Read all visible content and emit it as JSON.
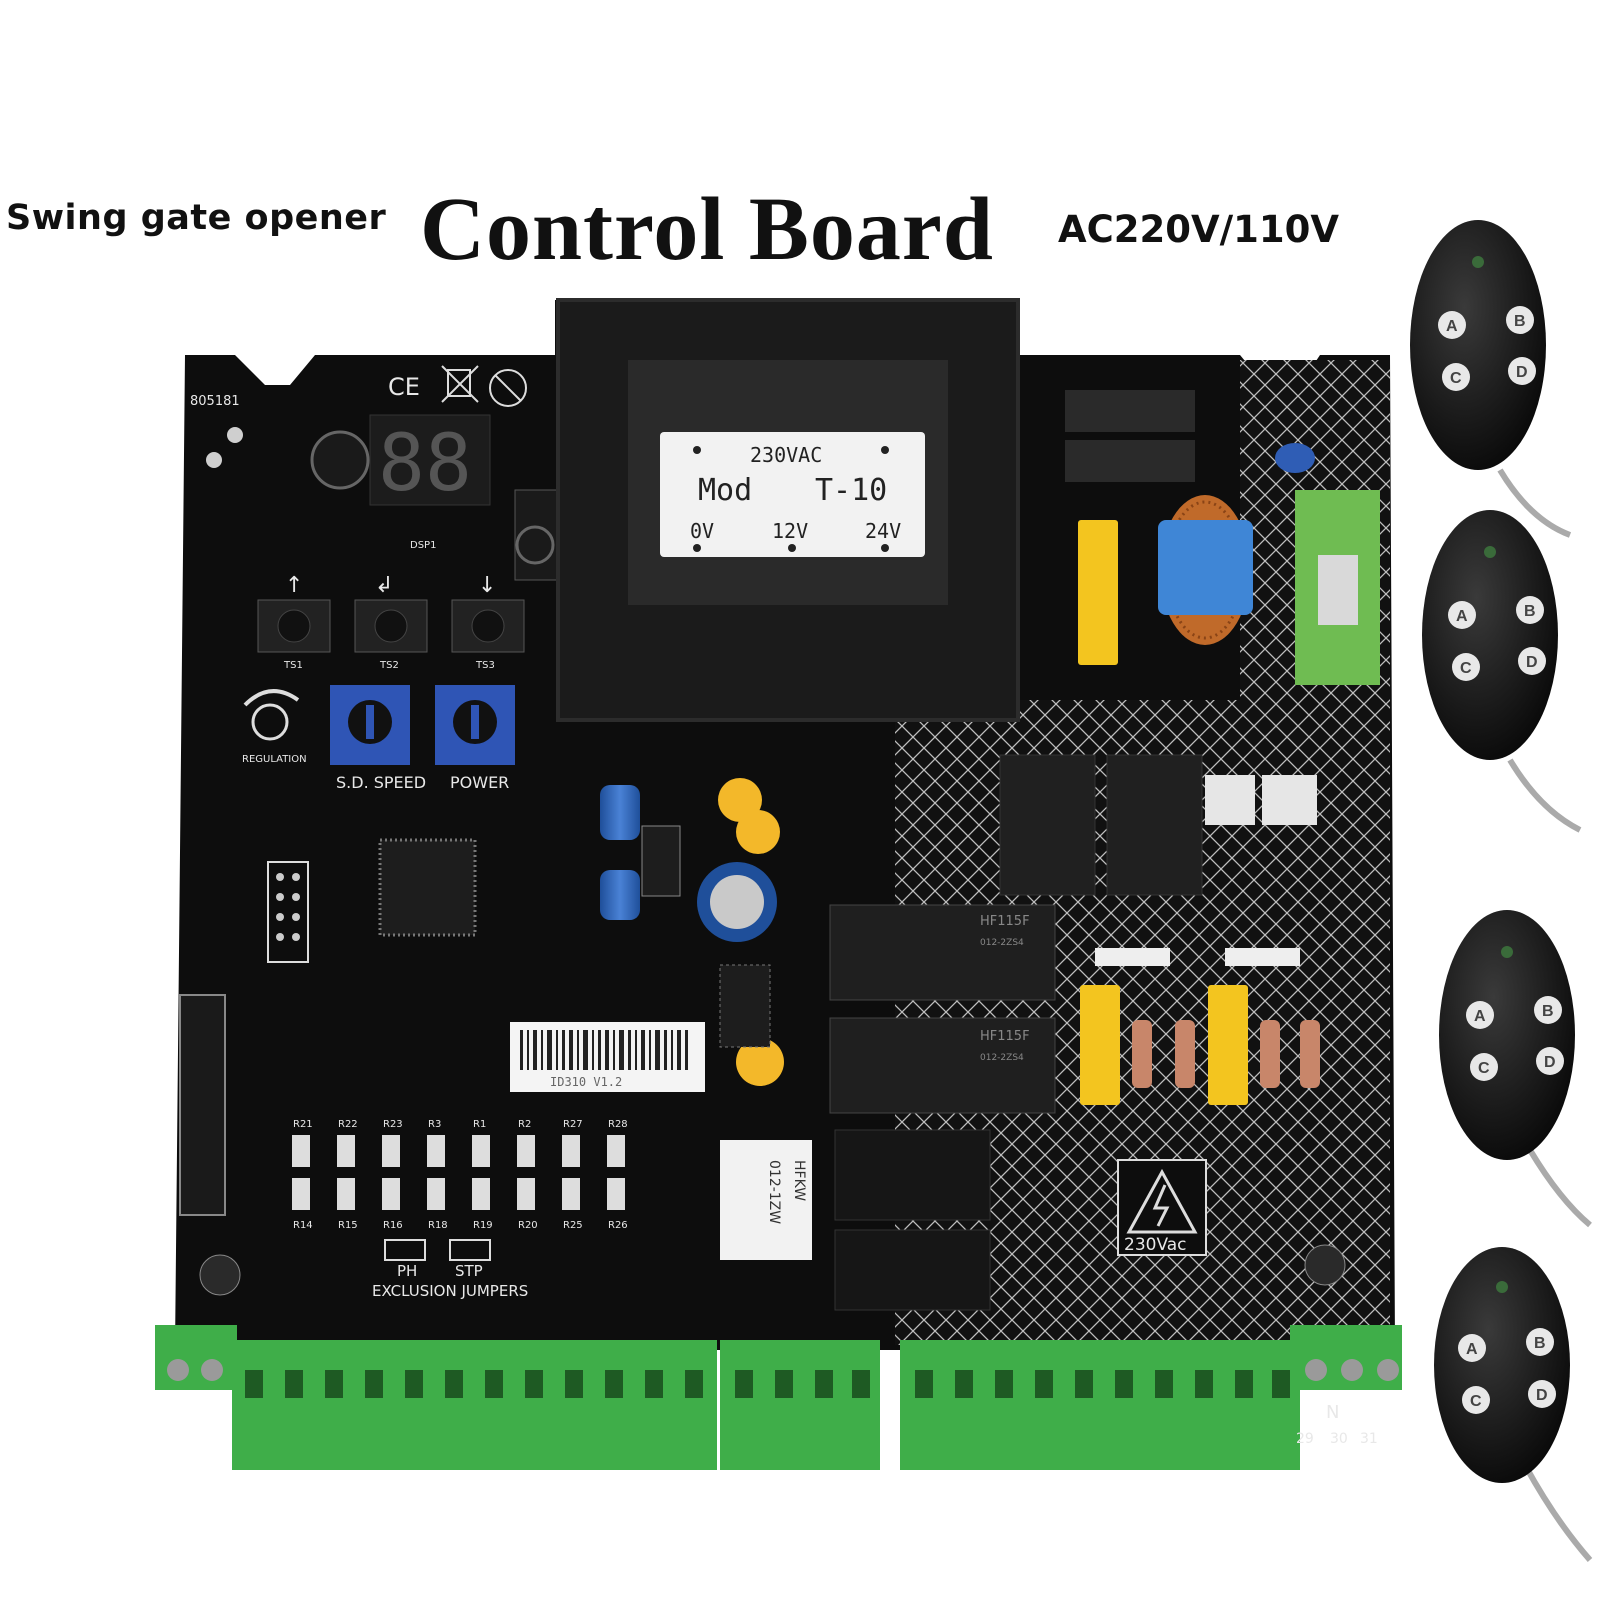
{
  "header": {
    "left_text": "Swing gate opener",
    "title": "Control Board",
    "voltage": "AC220V/110V"
  },
  "board": {
    "part_code": "805181",
    "cert_mark": "CE",
    "display": "88",
    "display_label": "DSP1",
    "buttons": [
      {
        "label": "TS1",
        "arrow": "↑"
      },
      {
        "label": "TS2",
        "arrow": "↲"
      },
      {
        "label": "TS3",
        "arrow": "↓"
      }
    ],
    "regulation_label": "REGULATION",
    "trimmer_labels": [
      "S.D. SPEED",
      "POWER"
    ],
    "transformer": {
      "voltage": "230VAC",
      "model_prefix": "Mod",
      "model": "T-10",
      "outputs": [
        "0V",
        "12V",
        "24V"
      ]
    },
    "barcode_text": "ID310 V1.2",
    "relay_brand": "HF115F",
    "relay_spec": "012-2ZS4",
    "small_relay": {
      "brand": "HFKW",
      "spec": "012-1ZW"
    },
    "resistor_top": [
      "R21",
      "R22",
      "R23",
      "R3",
      "R1",
      "R2",
      "R27",
      "R28"
    ],
    "resistor_bottom": [
      "R14",
      "R15",
      "R16",
      "R18",
      "R19",
      "R20",
      "R25",
      "R26"
    ],
    "jumpers": [
      "PH",
      "STP"
    ],
    "jumpers_label": "EXCLUSION  JUMPERS",
    "hv_label": "230Vac",
    "neutral_label": "N",
    "terminal_numbers": [
      "29",
      "30",
      "31"
    ]
  },
  "remotes": [
    {
      "keys": [
        "A",
        "B",
        "C",
        "D"
      ]
    },
    {
      "keys": [
        "A",
        "B",
        "C",
        "D"
      ]
    },
    {
      "keys": [
        "A",
        "B",
        "C",
        "D"
      ]
    },
    {
      "keys": [
        "A",
        "B",
        "C",
        "D"
      ]
    }
  ],
  "colors": {
    "pcb": "#0d0d0d",
    "terminal_green": "#3fae49",
    "trimmer_blue": "#2f55b5",
    "capacitor_yellow": "#f3c51f",
    "transformer": "#1b1b1b"
  }
}
